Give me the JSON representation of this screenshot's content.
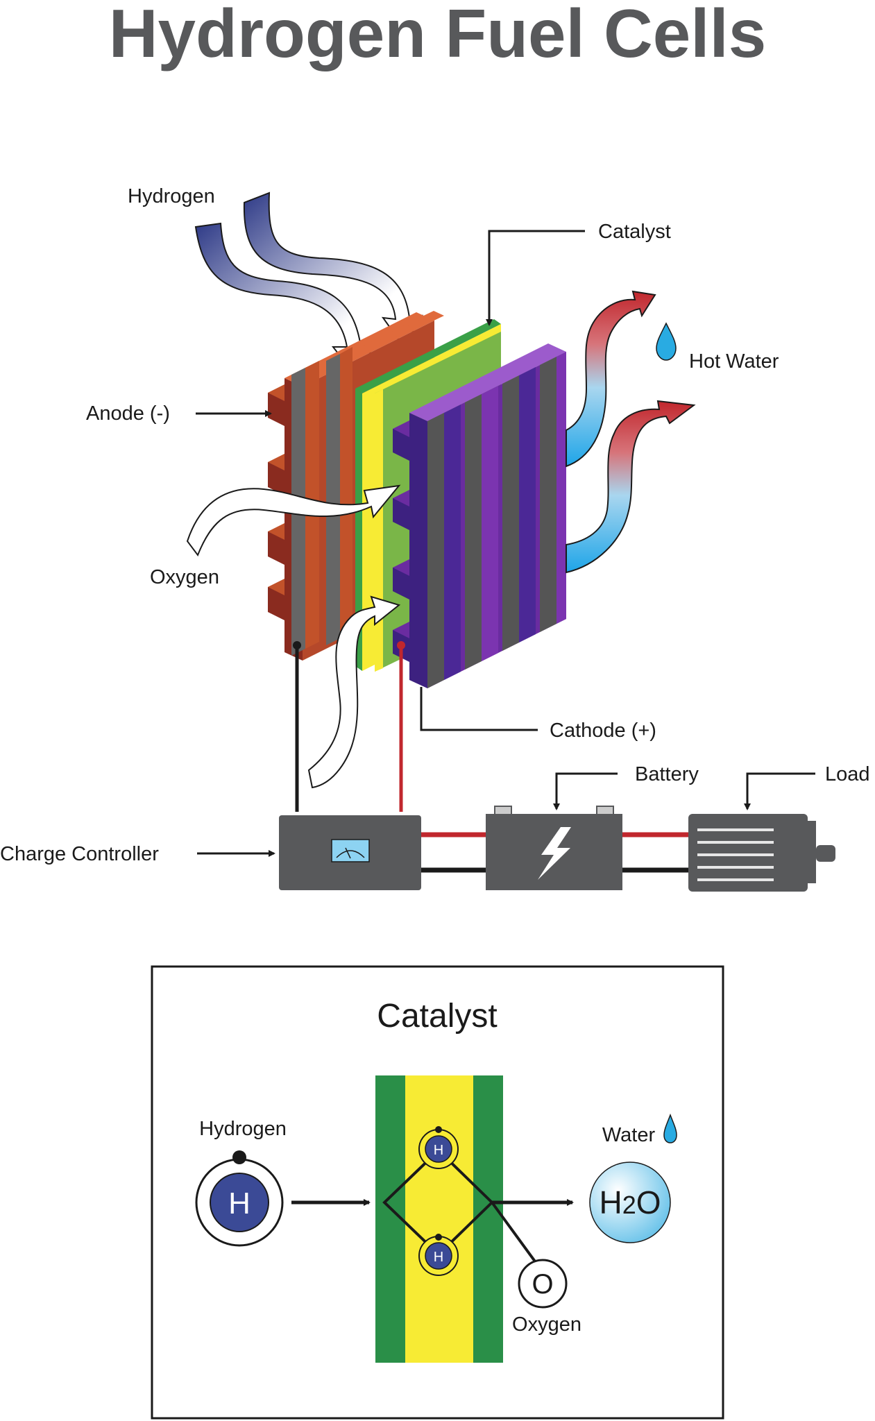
{
  "title": "Hydrogen Fuel Cells",
  "labels": {
    "hydrogen": "Hydrogen",
    "catalyst": "Catalyst",
    "hot_water": "Hot Water",
    "anode": "Anode (-)",
    "oxygen": "Oxygen",
    "cathode": "Cathode (+)",
    "battery": "Battery",
    "load": "Load",
    "charge_controller": "Charge Controller"
  },
  "catalyst_box": {
    "title": "Catalyst",
    "hydrogen_label": "Hydrogen",
    "hydrogen_symbol": "H",
    "water_label": "Water",
    "water_formula_h": "H",
    "water_formula_sub": "2",
    "water_formula_o": "O",
    "oxygen_label": "Oxygen",
    "oxygen_symbol": "O",
    "membrane_atom_symbol": "H"
  },
  "colors": {
    "title_gray": "#58595b",
    "anode": "#c2522a",
    "cathode": "#6a2ca0",
    "catalyst_green": "#7ab648",
    "membrane_yellow": "#f7eb34",
    "hydrogen_arrow": "#3b4a96",
    "hot": "#c1272d",
    "cold": "#29abe2",
    "device_gray": "#58595b",
    "wire_red": "#c1272d"
  }
}
